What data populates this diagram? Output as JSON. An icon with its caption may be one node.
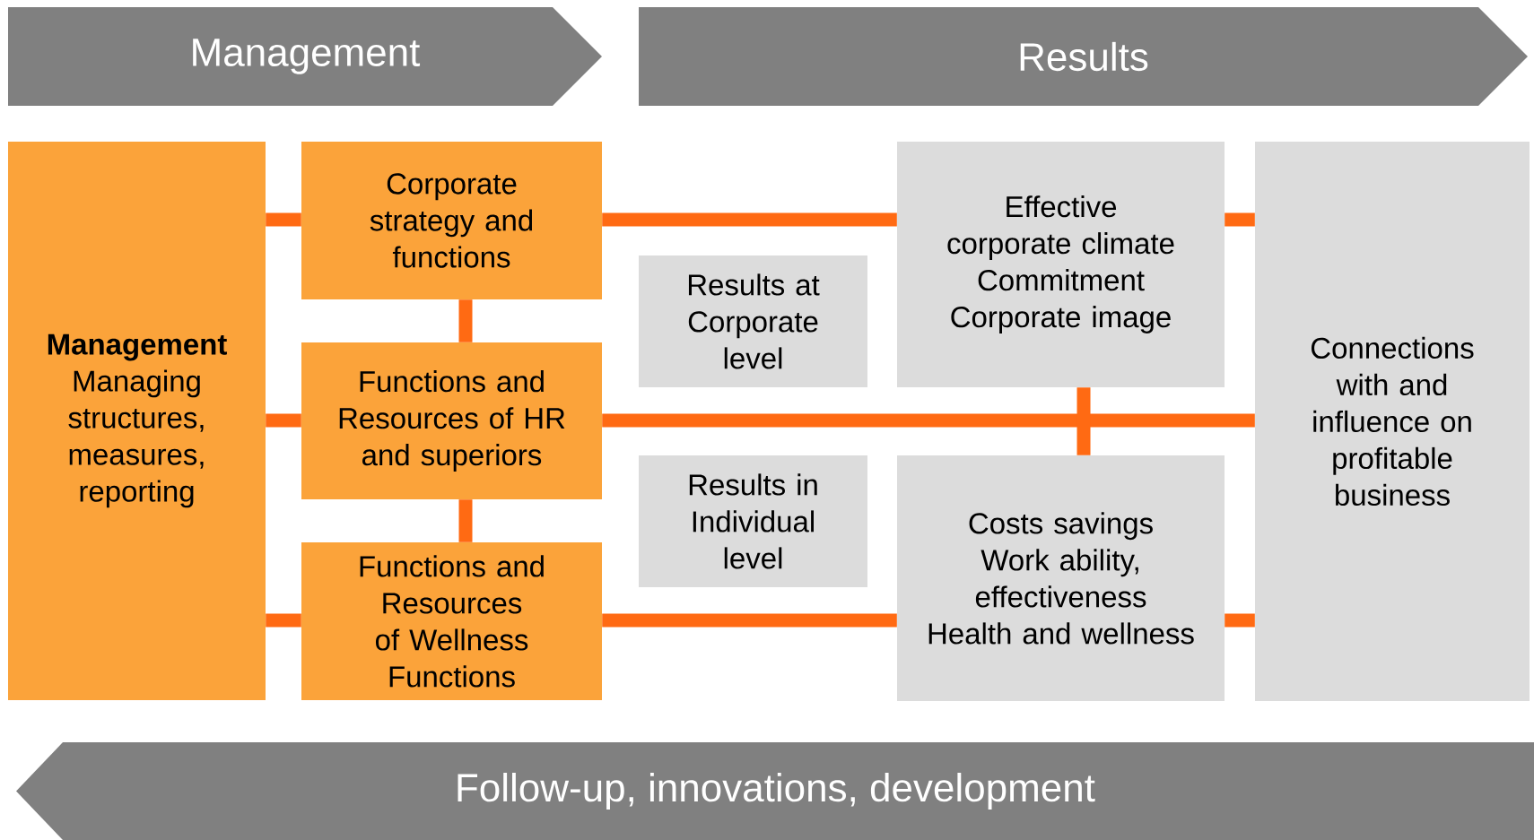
{
  "diagram": {
    "nodes": [
      {
        "text": [
          "Management"
        ]
      },
      {
        "text": [
          "Results"
        ]
      },
      {
        "text": [
          "Management",
          "Managing structures, measures, reporting"
        ]
      },
      {
        "text": [
          "Corporate strategy and functions"
        ]
      },
      {
        "text": [
          "Functions and Resources of HR and superiors"
        ]
      },
      {
        "text": [
          "Functions and Resources of Wellness Functions"
        ]
      },
      {
        "text": [
          "Results at Corporate level"
        ]
      },
      {
        "text": [
          "Results in Individual level"
        ]
      },
      {
        "text": [
          "Effective corporate climate",
          "Commitment",
          "Corporate image"
        ]
      },
      {
        "text": [
          "Costs savings",
          "Work ability, effectiveness",
          "Health and wellness"
        ]
      },
      {
        "text": [
          "Connections with and influence on profitable business"
        ]
      },
      {
        "text": [
          "Follow-up, innovations, development"
        ]
      }
    ],
    "edges": [
      {
        "from": 2,
        "to": 3,
        "arrow": "none"
      },
      {
        "from": 2,
        "to": 4,
        "arrow": "none"
      },
      {
        "from": 2,
        "to": 5,
        "arrow": "none"
      },
      {
        "from": 3,
        "to": 4,
        "arrow": "none"
      },
      {
        "from": 4,
        "to": 5,
        "arrow": "none"
      },
      {
        "from": 3,
        "to": 8,
        "arrow": "none"
      },
      {
        "from": 4,
        "to": 10,
        "arrow": "none"
      },
      {
        "from": 5,
        "to": 9,
        "arrow": "none"
      },
      {
        "from": 8,
        "to": 9,
        "arrow": "none"
      },
      {
        "from": 8,
        "to": 10,
        "arrow": "none"
      },
      {
        "from": 9,
        "to": 10,
        "arrow": "none"
      }
    ]
  }
}
